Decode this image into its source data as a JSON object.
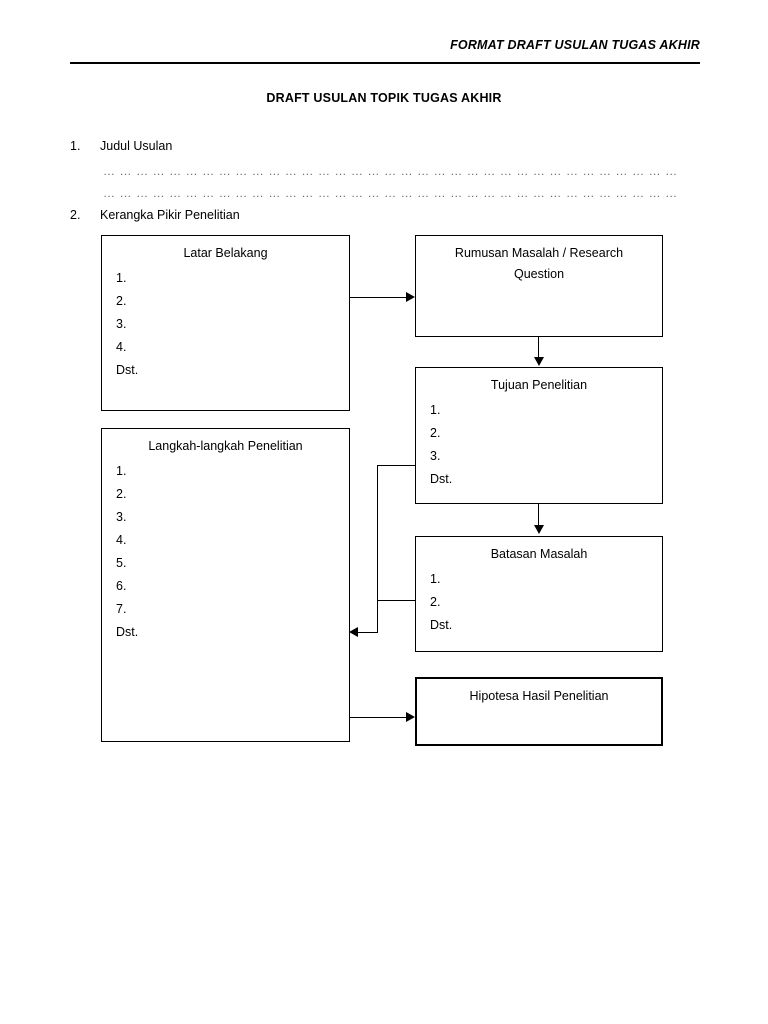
{
  "document": {
    "running_header": "FORMAT DRAFT USULAN TUGAS AKHIR",
    "title": "DRAFT USULAN TOPIK TUGAS AKHIR"
  },
  "sections": [
    {
      "number": "1.",
      "label": "Judul Usulan",
      "fill_lines": [
        "… … … … … … … … … … … … … … … … … … … … … … … … … … … … … … … … … … … … … … … … … … … … … … … …",
        "… … … … … … … … … … … … … … … … … … … … … … … … … … … … … … … … … … … … … … … … … … … … … … … …"
      ]
    },
    {
      "number": "2.",
      "label": "Kerangka Pikir Penelitian"
    }
  ],
  "diagram": {
    "boxes": {
      "latar_belakang": {
        "title": "Latar Belakang",
        "items": [
          "1.",
          "2.",
          "3.",
          "4.",
          "Dst."
        ]
      },
      "rumusan_masalah": {
        "title_line1": "Rumusan Masalah / Research",
        "title_line2": "Question"
      },
      "tujuan_penelitian": {
        "title": "Tujuan Penelitian",
        "items": [
          "1.",
          "2.",
          "3.",
          "Dst."
        ]
      },
      "batasan_masalah": {
        "title": "Batasan Masalah",
        "items": [
          "1.",
          "2.",
          "Dst."
        ]
      },
      "hipotesa": {
        "title": "Hipotesa Hasil Penelitian"
      },
      "langkah_langkah": {
        "title": "Langkah-langkah Penelitian",
        "items": [
          "1.",
          "2.",
          "3.",
          "4.",
          "5.",
          "6.",
          "7.",
          "Dst."
        ]
      }
    }
  },
  "colors": {
    "ink": "#000000",
    "paper": "#ffffff",
    "dotted_rule": "#6b6b6b"
  }
}
